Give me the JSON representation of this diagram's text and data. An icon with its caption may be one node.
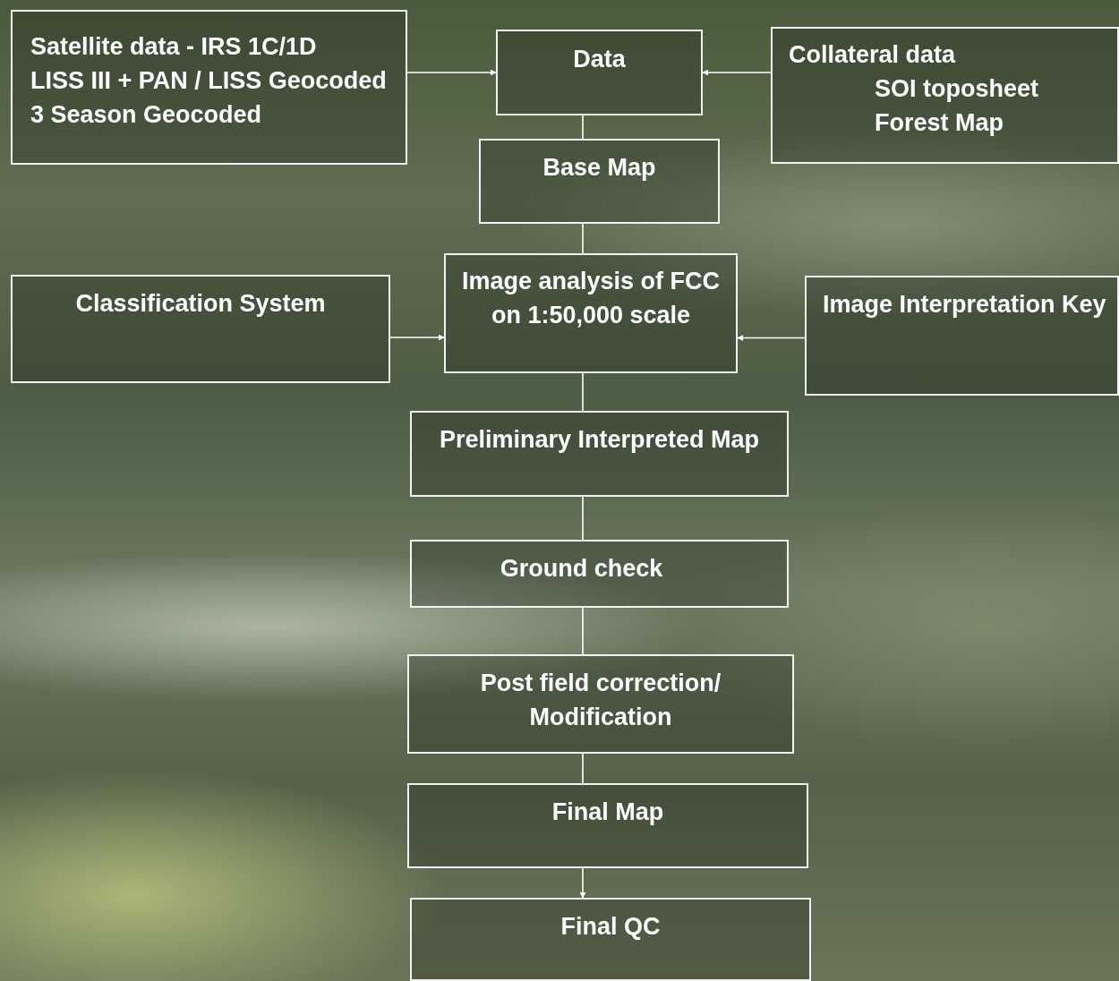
{
  "diagram": {
    "nodes": [
      {
        "text": [
          "Satellite data -  IRS 1C/1D",
          "LISS III + PAN / LISS Geocoded",
          "3 Season Geocoded"
        ]
      },
      {
        "text": [
          "Data"
        ]
      },
      {
        "text": [
          "Collateral data",
          "SOI toposheet",
          "Forest Map"
        ]
      },
      {
        "text": [
          "Base Map"
        ]
      },
      {
        "text": [
          "Classification System"
        ]
      },
      {
        "text": [
          "Image analysis of FCC",
          "on 1:50,000 scale"
        ]
      },
      {
        "text": [
          "Image Interpretation Key"
        ]
      },
      {
        "text": [
          "Preliminary Interpreted Map"
        ]
      },
      {
        "text": [
          "Ground check"
        ]
      },
      {
        "text": [
          "Post field correction/ Modification"
        ]
      },
      {
        "text": [
          "Final Map"
        ]
      },
      {
        "text": [
          "Final QC"
        ]
      }
    ],
    "edges": [
      {
        "from": 0,
        "to": 1,
        "arrow": "to"
      },
      {
        "from": 2,
        "to": 1,
        "arrow": "to"
      },
      {
        "from": 4,
        "to": 5,
        "arrow": "to"
      },
      {
        "from": 6,
        "to": 5,
        "arrow": "to"
      },
      {
        "from": 1,
        "to": 3,
        "arrow": "none"
      },
      {
        "from": 3,
        "to": 5,
        "arrow": "none"
      },
      {
        "from": 5,
        "to": 7,
        "arrow": "none"
      },
      {
        "from": 7,
        "to": 8,
        "arrow": "none"
      },
      {
        "from": 8,
        "to": 9,
        "arrow": "none"
      },
      {
        "from": 9,
        "to": 10,
        "arrow": "none"
      },
      {
        "from": 10,
        "to": 11,
        "arrow": "to"
      }
    ]
  }
}
